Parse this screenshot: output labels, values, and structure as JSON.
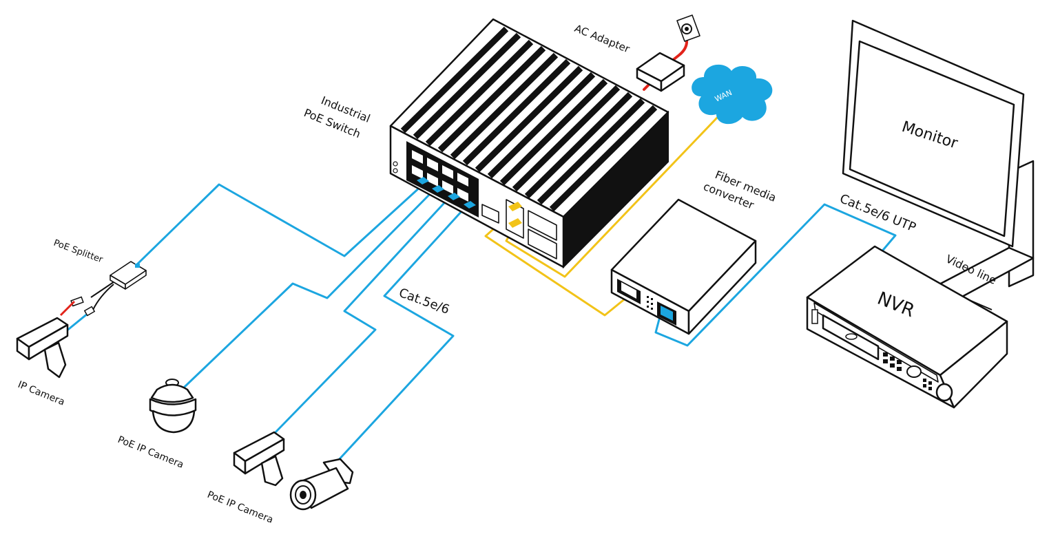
{
  "labels": {
    "ac_adapter": "AC Adapter",
    "wan": "WAN",
    "industrial": "Industrial",
    "poe_switch": "PoE Switch",
    "fiber_media": "Fiber media",
    "converter": "converter",
    "monitor": "Monitor",
    "cat_utp": "Cat.5e/6 UTP",
    "video_line": "Video line",
    "nvr": "NVR",
    "poe_splitter": "PoE Splitter",
    "ip_camera": "IP Camera",
    "cat_cable": "Cat.5e/6",
    "poe_ip_camera_1": "PoE IP Camera",
    "poe_ip_camera_2": "PoE IP Camera"
  },
  "colors": {
    "ethernet_cable": "#1ca6e0",
    "fiber_cable": "#f2c318",
    "power_cable": "#e2231a",
    "cloud": "#1ca6e0",
    "outline": "#111111"
  },
  "icons": [
    "wall-socket-icon",
    "ac-adapter-icon",
    "cloud-icon",
    "poe-switch-icon",
    "fiber-media-converter-icon",
    "monitor-icon",
    "nvr-icon",
    "poe-splitter-icon",
    "box-camera-icon",
    "dome-camera-icon",
    "bullet-camera-icon"
  ]
}
